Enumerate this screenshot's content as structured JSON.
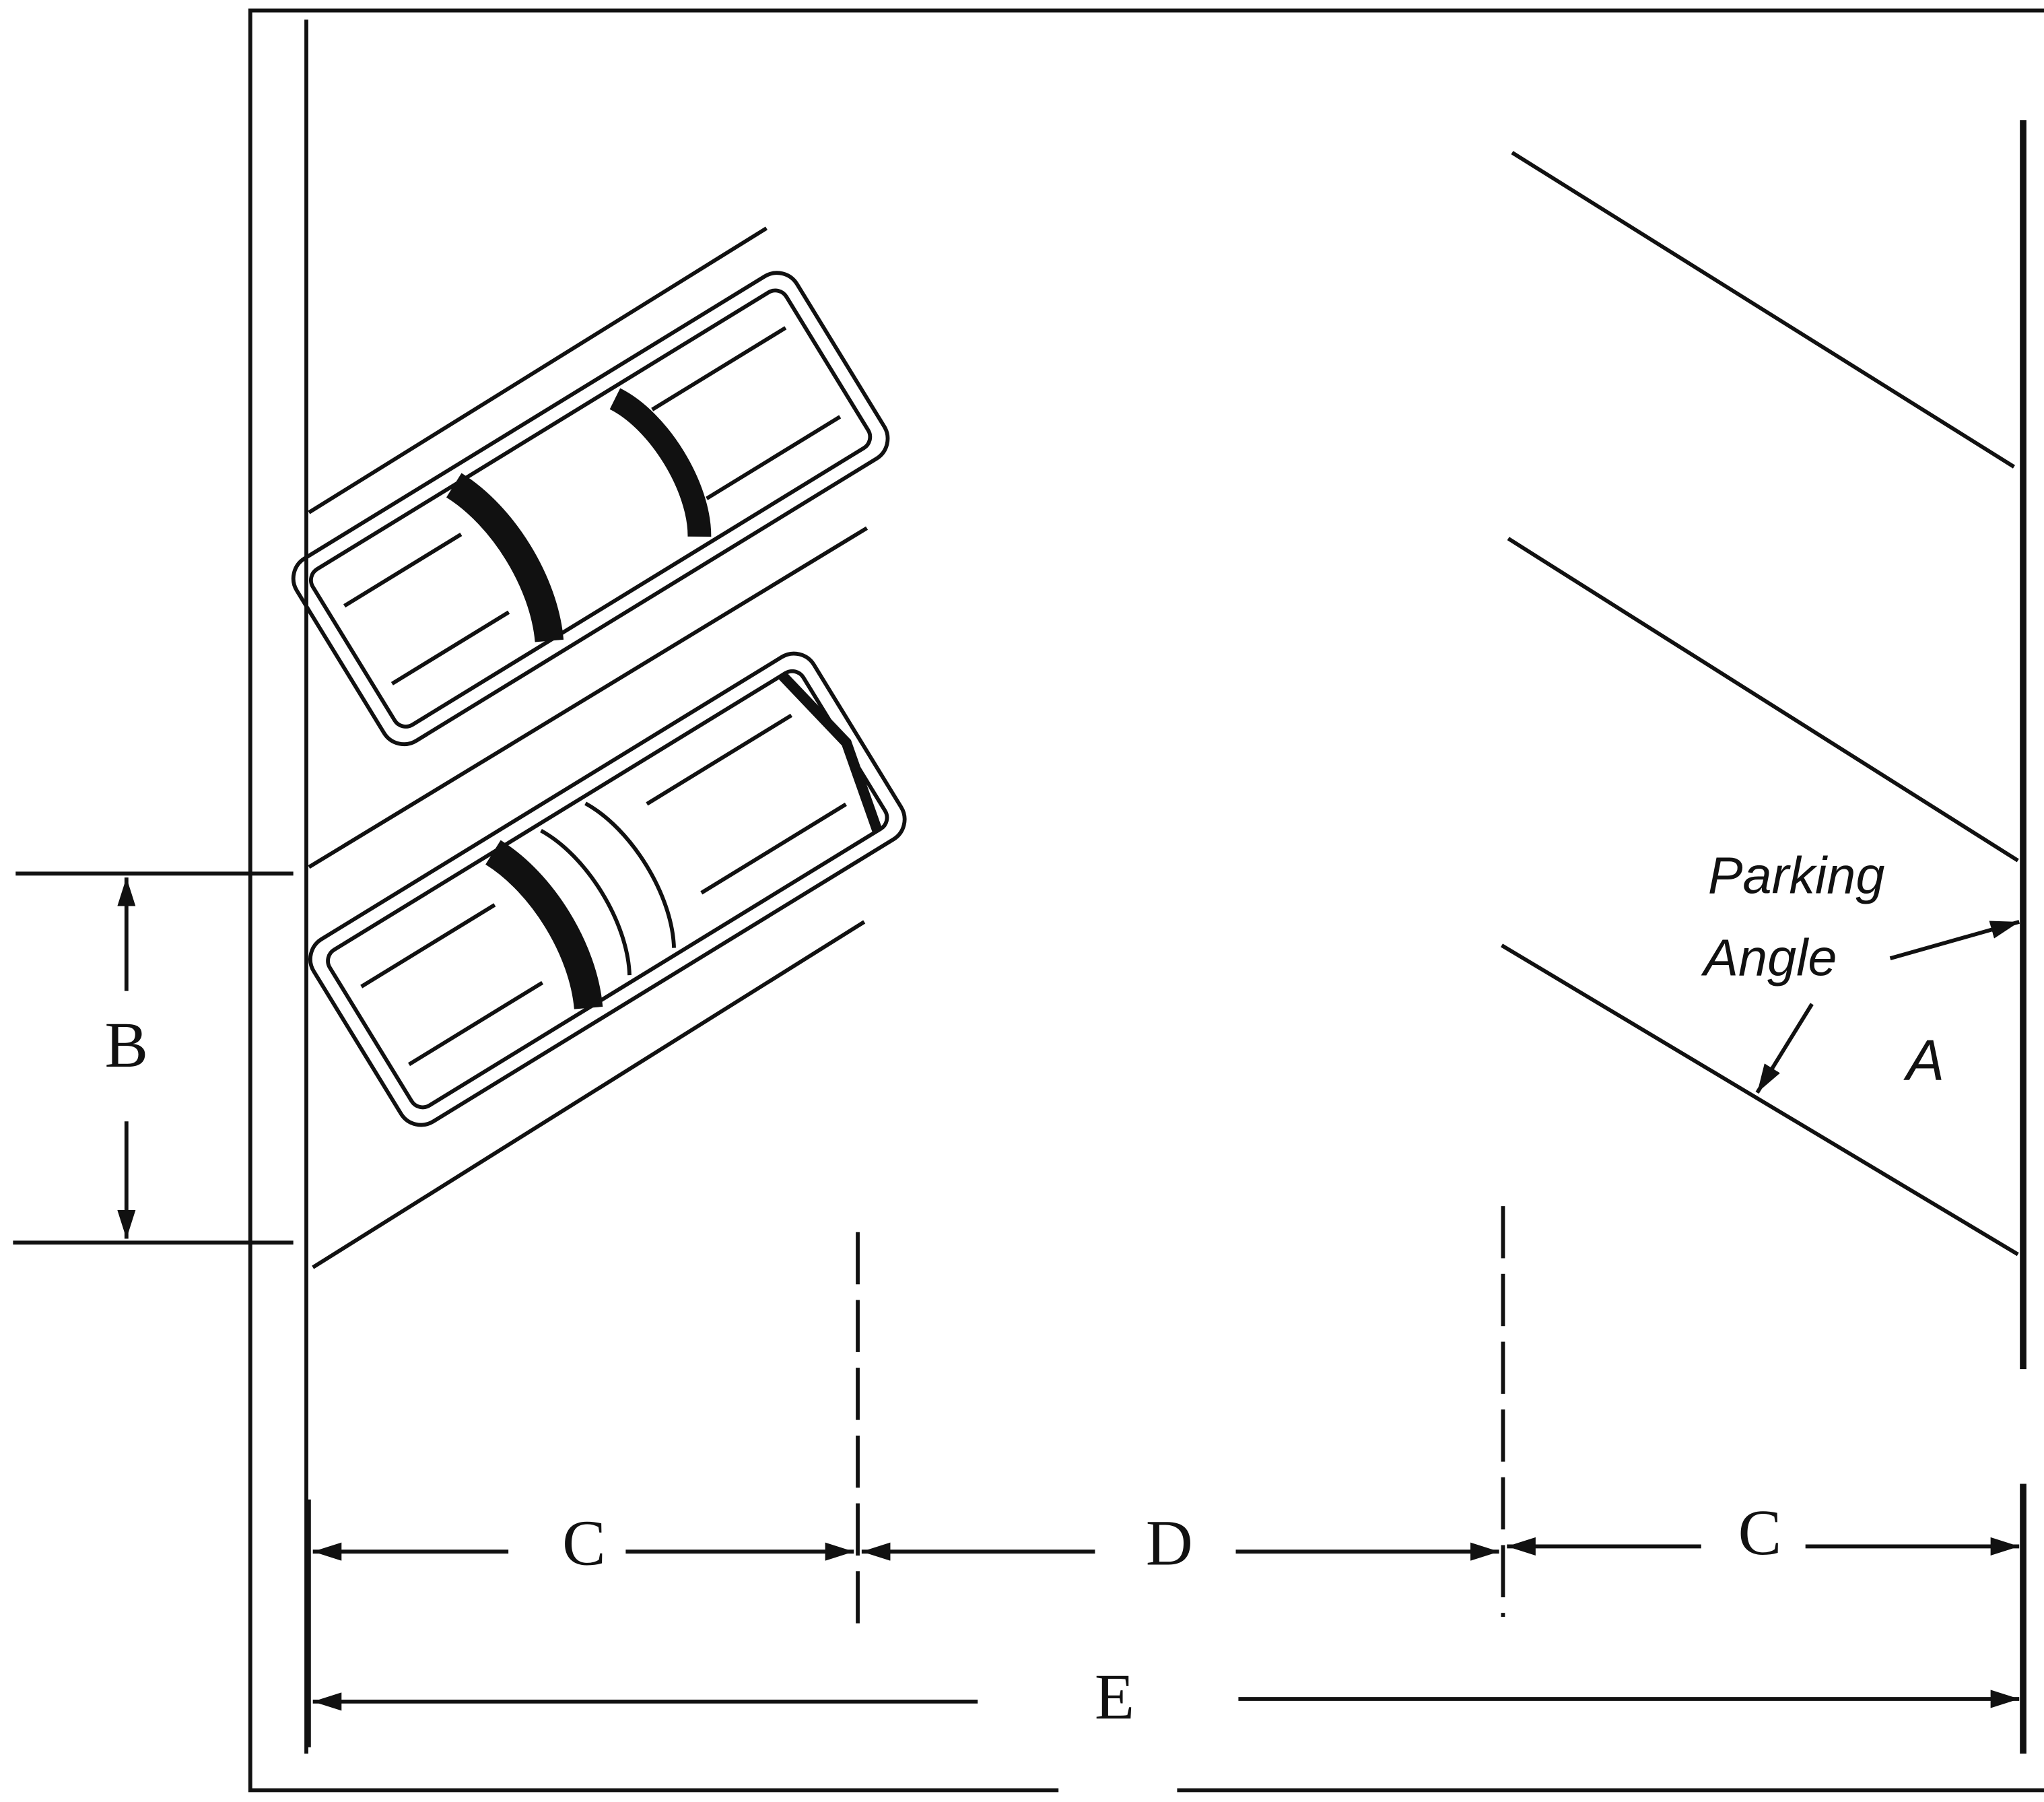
{
  "diagram": {
    "labels": {
      "stall_width": "B",
      "stall_depth_left": "C",
      "aisle_width": "D",
      "stall_depth_right": "C",
      "total_width": "E",
      "angle_letter": "A",
      "angle_caption_line1": "Parking",
      "angle_caption_line2": "Angle"
    },
    "colors": {
      "ink": "#111111",
      "background": "#ffffff"
    }
  }
}
